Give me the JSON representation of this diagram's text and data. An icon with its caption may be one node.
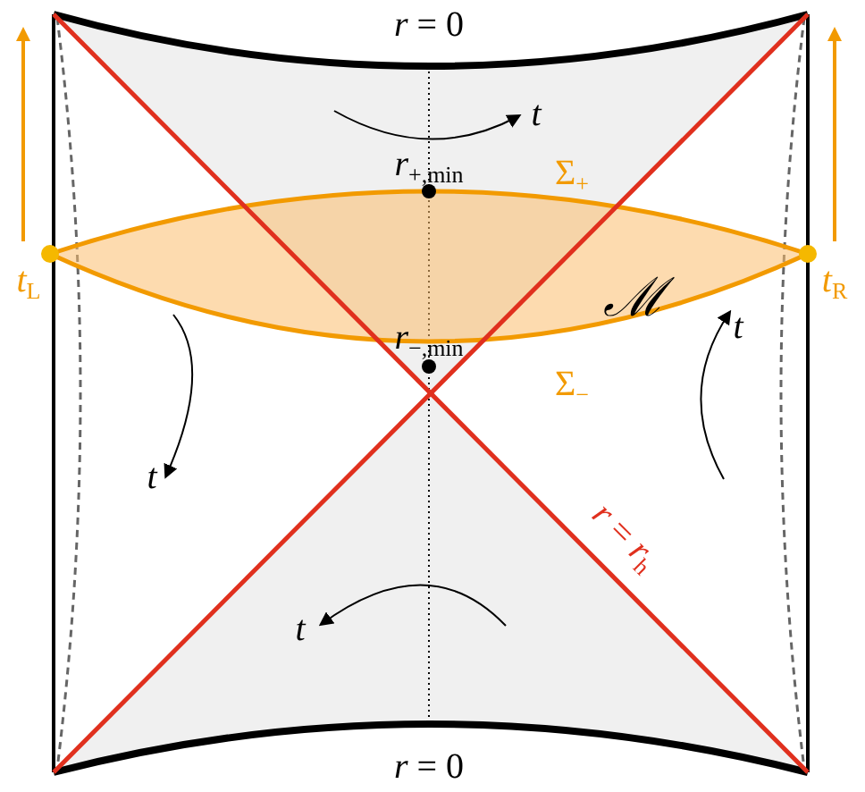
{
  "diagram": {
    "nodes": [
      {
        "text": [
          "ℳ"
        ]
      }
    ],
    "labels": [
      "*r* = 0",
      "*t*",
      "*r*$_{+,min}$",
      "Σ$_{+}$",
      "*t*$_{L}$",
      "*t*$_{R}$",
      "*r*$_{−,min}$",
      "*t*",
      "Σ$_{−}$",
      "*t*",
      "*r* = *r*$_{h}$",
      "*t*",
      "*r* = 0"
    ]
  }
}
